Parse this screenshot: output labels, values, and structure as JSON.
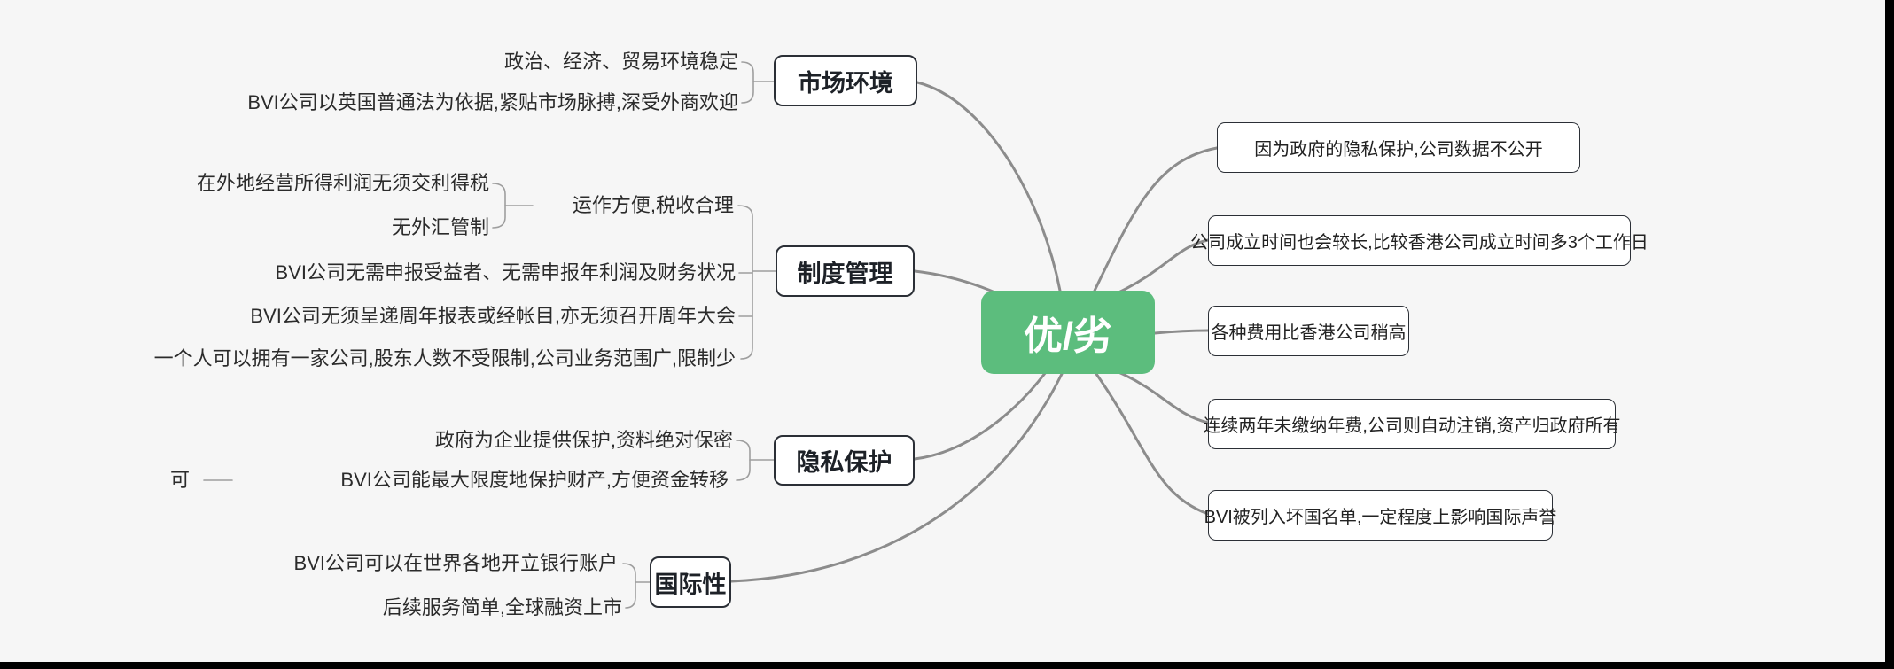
{
  "root": {
    "label": "优/劣",
    "bg_color": "#5cbd7d",
    "text_color": "#ffffff"
  },
  "branches": [
    {
      "label": "市场环境",
      "children": [
        {
          "text": "政治、经济、贸易环境稳定"
        },
        {
          "text": "BVI公司以英国普通法为依据,紧贴市场脉搏,深受外商欢迎"
        }
      ]
    },
    {
      "label": "制度管理",
      "children": [
        {
          "text": "运作方便,税收合理",
          "children": [
            {
              "text": "在外地经营所得利润无须交利得税"
            },
            {
              "text": "无外汇管制"
            }
          ]
        },
        {
          "text": "BVI公司无需申报受益者、无需申报年利润及财务状况"
        },
        {
          "text": "BVI公司无须呈递周年报表或经帐目,亦无须召开周年大会"
        },
        {
          "text": "一个人可以拥有一家公司,股东人数不受限制,公司业务范围广,限制少"
        }
      ]
    },
    {
      "label": "隐私保护",
      "children": [
        {
          "text": "政府为企业提供保护,资料绝对保密"
        },
        {
          "text": "BVI公司能最大限度地保护财产,方便资金转移",
          "children": [
            {
              "text": "可"
            }
          ]
        }
      ]
    },
    {
      "label": "国际性",
      "children": [
        {
          "text": "BVI公司可以在世界各地开立银行账户"
        },
        {
          "text": "后续服务简单,全球融资上市"
        }
      ]
    }
  ],
  "cons": [
    {
      "text": "因为政府的隐私保护,公司数据不公开"
    },
    {
      "text": "公司成立时间也会较长,比较香港公司成立时间多3个工作日"
    },
    {
      "text": "各种费用比香港公司稍高"
    },
    {
      "text": "连续两年未缴纳年费,公司则自动注销,资产归政府所有"
    },
    {
      "text": "BVI被列入坏国名单,一定程度上影响国际声誉"
    }
  ],
  "colors": {
    "root_green": "#5cbd7d",
    "curve_gray": "#8c8c8c",
    "background": "#f6f6f6"
  }
}
